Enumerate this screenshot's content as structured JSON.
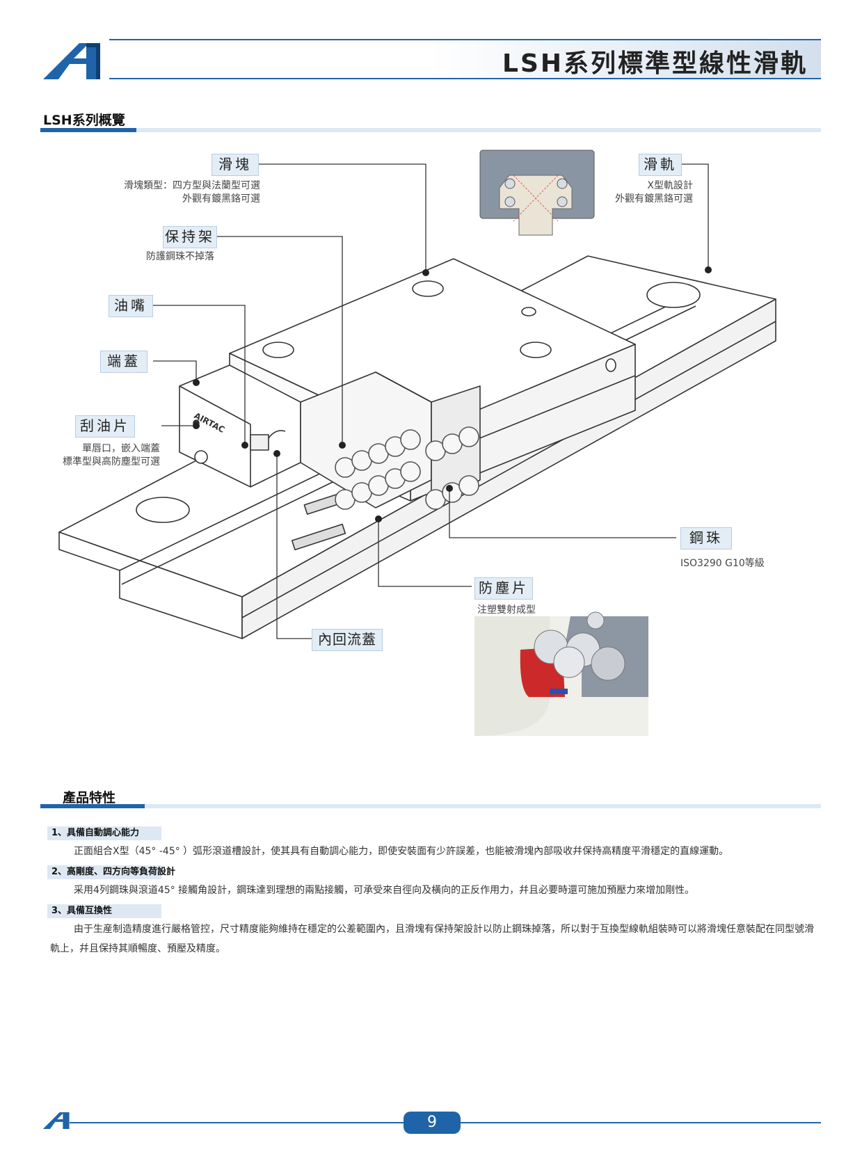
{
  "header": {
    "title": "LSH系列標準型線性滑軌"
  },
  "overview": {
    "title": "LSH系列概覽",
    "callouts": {
      "block": {
        "label": "滑塊",
        "desc": [
          "滑塊類型：四方型與法蘭型可選",
          "外觀有鍍黑鉻可選"
        ]
      },
      "retainer": {
        "label": "保持架",
        "desc": [
          "防護鋼珠不掉落"
        ]
      },
      "nipple": {
        "label": "油嘴"
      },
      "endcap": {
        "label": "端蓋"
      },
      "wiper": {
        "label": "刮油片",
        "desc": [
          "單唇口，嵌入端蓋",
          "標準型與高防塵型可選"
        ]
      },
      "rail": {
        "label": "滑軌",
        "desc": [
          "X型軌設計",
          "外觀有鍍黑鉻可選"
        ]
      },
      "ball": {
        "label": "鋼珠",
        "desc": [
          "ISO3290 G10等級"
        ]
      },
      "seal": {
        "label": "防塵片",
        "desc": [
          "注塑雙射成型"
        ]
      },
      "return": {
        "label": "內回流蓋"
      }
    },
    "brand": "AIRTAC"
  },
  "features": {
    "title": "產品特性",
    "items": [
      {
        "head": "1、具備自動調心能力",
        "body": "正面組合X型（45° -45° ）弧形滾道槽設計，使其具有自動調心能力，即使安裝面有少許誤差，也能被滑塊內部吸收幷保持高精度平滑穩定的直線運動。"
      },
      {
        "head": "2、高剛度、四方向等負荷設計",
        "body": "采用4列鋼珠與滾道45° 接觸角設計，鋼珠達到理想的兩點接觸，可承受來自徑向及橫向的正反作用力，幷且必要時還可施加預壓力來增加剛性。"
      },
      {
        "head": "3、具備互換性",
        "body": "由于生産制造精度進行嚴格管控，尺寸精度能夠維持在穩定的公差範圍內，且滑塊有保持架設計以防止鋼珠掉落，所以對于互換型線軌組裝時可以將滑塊任意裝配在同型號滑軌上，幷且保持其順暢度、預壓及精度。"
      }
    ]
  },
  "footer": {
    "page": "9"
  },
  "colors": {
    "accent": "#1f64a8",
    "label_bg": "#e3edf6"
  }
}
